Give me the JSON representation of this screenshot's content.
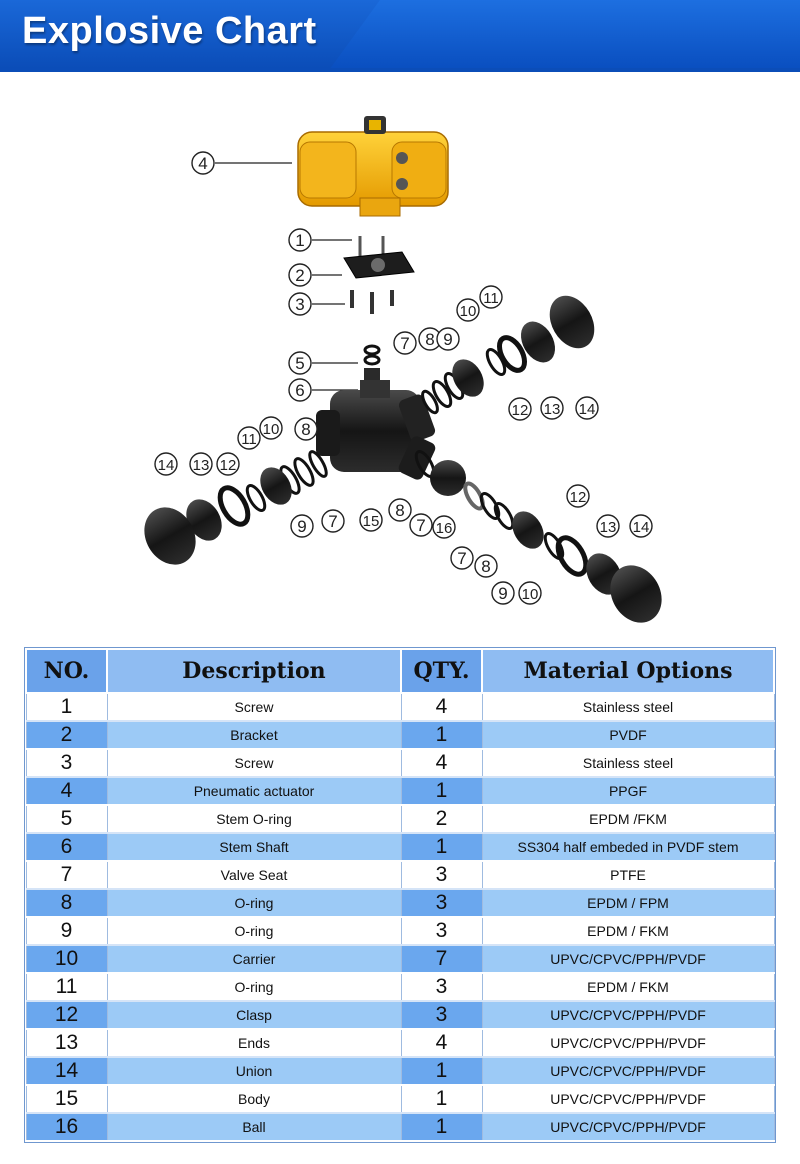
{
  "header": {
    "title": "Explosive Chart"
  },
  "diagram": {
    "callouts": [
      "1",
      "2",
      "3",
      "4",
      "5",
      "6",
      "7",
      "7",
      "7",
      "7",
      "8",
      "8",
      "8",
      "8",
      "9",
      "9",
      "9",
      "10",
      "10",
      "10",
      "11",
      "11",
      "12",
      "12",
      "12",
      "13",
      "13",
      "13",
      "14",
      "14",
      "14",
      "15",
      "16"
    ]
  },
  "table": {
    "headers": {
      "no": "NO.",
      "description": "Description",
      "qty": "QTY.",
      "material": "Material Options"
    },
    "rows": [
      {
        "no": "1",
        "description": "Screw",
        "qty": "4",
        "material": "Stainless steel"
      },
      {
        "no": "2",
        "description": "Bracket",
        "qty": "1",
        "material": "PVDF"
      },
      {
        "no": "3",
        "description": "Screw",
        "qty": "4",
        "material": "Stainless steel"
      },
      {
        "no": "4",
        "description": "Pneumatic actuator",
        "qty": "1",
        "material": "PPGF"
      },
      {
        "no": "5",
        "description": "Stem O-ring",
        "qty": "2",
        "material": "EPDM /FKM"
      },
      {
        "no": "6",
        "description": "Stem Shaft",
        "qty": "1",
        "material": "SS304 half embeded in PVDF stem"
      },
      {
        "no": "7",
        "description": "Valve Seat",
        "qty": "3",
        "material": "PTFE"
      },
      {
        "no": "8",
        "description": "O-ring",
        "qty": "3",
        "material": "EPDM / FPM"
      },
      {
        "no": "9",
        "description": "O-ring",
        "qty": "3",
        "material": "EPDM / FKM"
      },
      {
        "no": "10",
        "description": "Carrier",
        "qty": "7",
        "material": "UPVC/CPVC/PPH/PVDF"
      },
      {
        "no": "11",
        "description": "O-ring",
        "qty": "3",
        "material": "EPDM / FKM"
      },
      {
        "no": "12",
        "description": "Clasp",
        "qty": "3",
        "material": "UPVC/CPVC/PPH/PVDF"
      },
      {
        "no": "13",
        "description": "Ends",
        "qty": "4",
        "material": "UPVC/CPVC/PPH/PVDF"
      },
      {
        "no": "14",
        "description": "Union",
        "qty": "1",
        "material": "UPVC/CPVC/PPH/PVDF"
      },
      {
        "no": "15",
        "description": "Body",
        "qty": "1",
        "material": "UPVC/CPVC/PPH/PVDF"
      },
      {
        "no": "16",
        "description": "Ball",
        "qty": "1",
        "material": "UPVC/CPVC/PPH/PVDF"
      }
    ]
  }
}
